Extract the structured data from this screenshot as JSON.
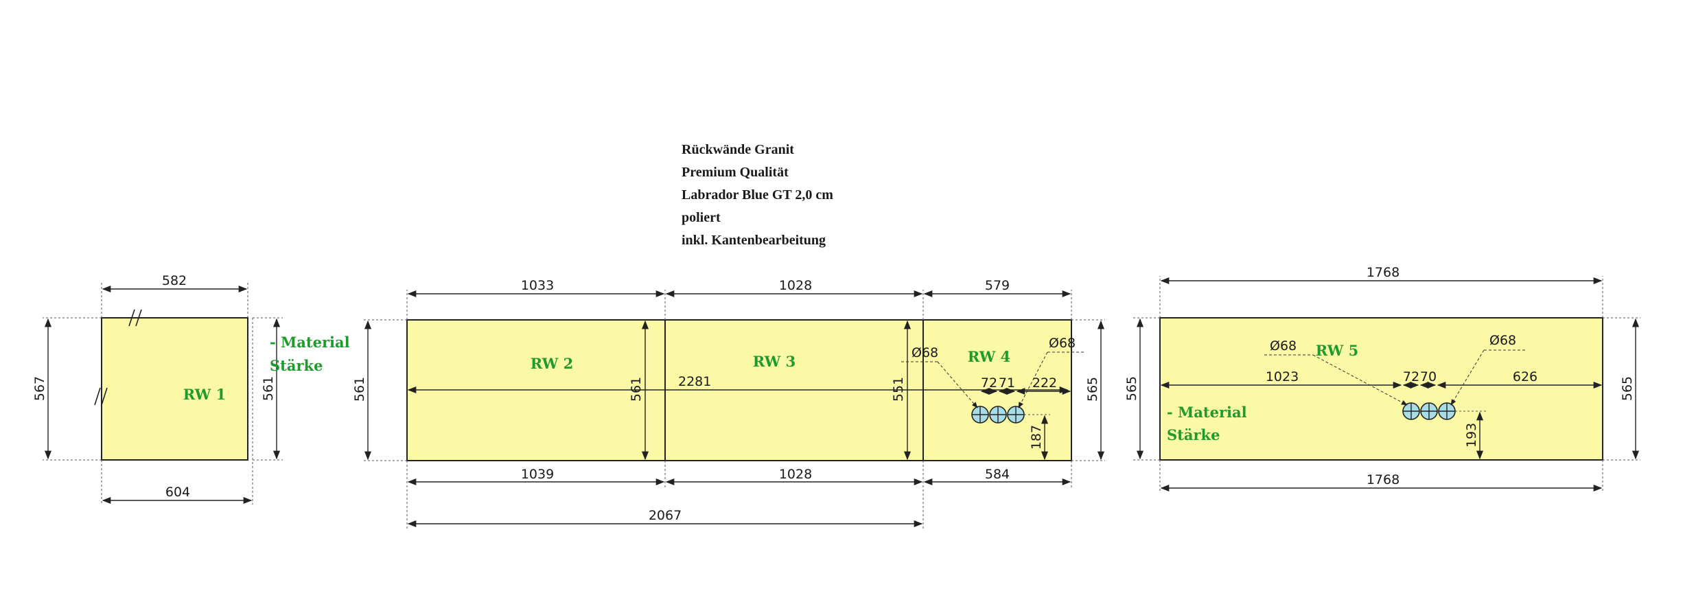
{
  "header": {
    "lines": [
      "Rückwände Granit",
      "Premium Qualität",
      "Labrador Blue GT 2,0 cm",
      "poliert",
      "inkl. Kantenbearbeitung"
    ]
  },
  "material_label": {
    "line1": "- Material",
    "line2": "Stärke"
  },
  "rw1": {
    "name": "RW 1",
    "top": "582",
    "bottom": "604",
    "left": "567",
    "right": "561"
  },
  "rw234": {
    "rw2": "RW 2",
    "rw3": "RW 3",
    "rw4": "RW 4",
    "top": [
      "1033",
      "1028",
      "579"
    ],
    "bottom": [
      "1039",
      "1028",
      "584"
    ],
    "overall_bottom": "2067",
    "overall_inside": "2281",
    "left": "561",
    "h_rw2_rw3": "561",
    "h_rw3_rw4": "551",
    "right": "565",
    "hole_left": "Ø68",
    "hole_right": "Ø68",
    "spacing": [
      "72",
      "71"
    ],
    "right_offset": "222",
    "hole_height": "187"
  },
  "rw5": {
    "name": "RW 5",
    "top": "1768",
    "bottom": "1768",
    "left": "565",
    "right": "565",
    "hole_left": "Ø68",
    "hole_right": "Ø68",
    "left_offset": "1023",
    "spacing": [
      "72",
      "70"
    ],
    "right_offset": "626",
    "hole_height": "193"
  }
}
